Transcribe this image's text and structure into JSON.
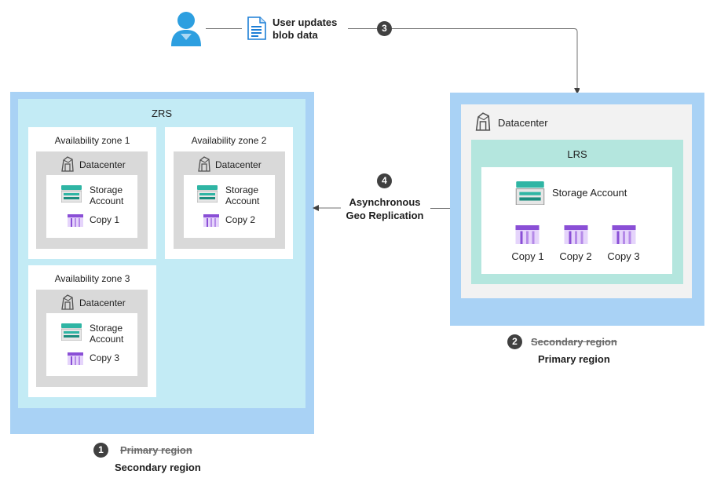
{
  "top": {
    "user_updates_line1": "User updates",
    "user_updates_line2": "blob data",
    "step3": "3"
  },
  "left_region": {
    "title": "ZRS",
    "zones": [
      {
        "label": "Availability zone 1",
        "datacenter": "Datacenter",
        "storage_line1": "Storage",
        "storage_line2": "Account",
        "copy": "Copy 1"
      },
      {
        "label": "Availability zone 2",
        "datacenter": "Datacenter",
        "storage_line1": "Storage",
        "storage_line2": "Account",
        "copy": "Copy 2"
      },
      {
        "label": "Availability zone 3",
        "datacenter": "Datacenter",
        "storage_line1": "Storage",
        "storage_line2": "Account",
        "copy": "Copy 3"
      }
    ],
    "step": "1",
    "old_label": "Primary region",
    "new_label": "Secondary region"
  },
  "replication": {
    "step": "4",
    "line1": "Asynchronous",
    "line2": "Geo Replication"
  },
  "right_region": {
    "datacenter": "Datacenter",
    "title": "LRS",
    "storage": "Storage Account",
    "copies": [
      "Copy 1",
      "Copy 2",
      "Copy 3"
    ],
    "step": "2",
    "old_label": "Secondary region",
    "new_label": "Primary region"
  },
  "colors": {
    "region_blue": "#a9d2f5",
    "zrs_cyan": "#c3ebf5",
    "lrs_teal": "#b4e6de",
    "datacenter_grey": "#d9d9d9",
    "storage_teal": "#2fb5a4",
    "copy_purple": "#8a4fd6",
    "user_blue": "#2d9fe0",
    "badge_dark": "#404040"
  },
  "icons": {
    "user": "user-icon",
    "document": "document-icon",
    "datacenter": "datacenter-icon",
    "storage": "storage-account-icon",
    "copy": "blob-copy-icon"
  }
}
